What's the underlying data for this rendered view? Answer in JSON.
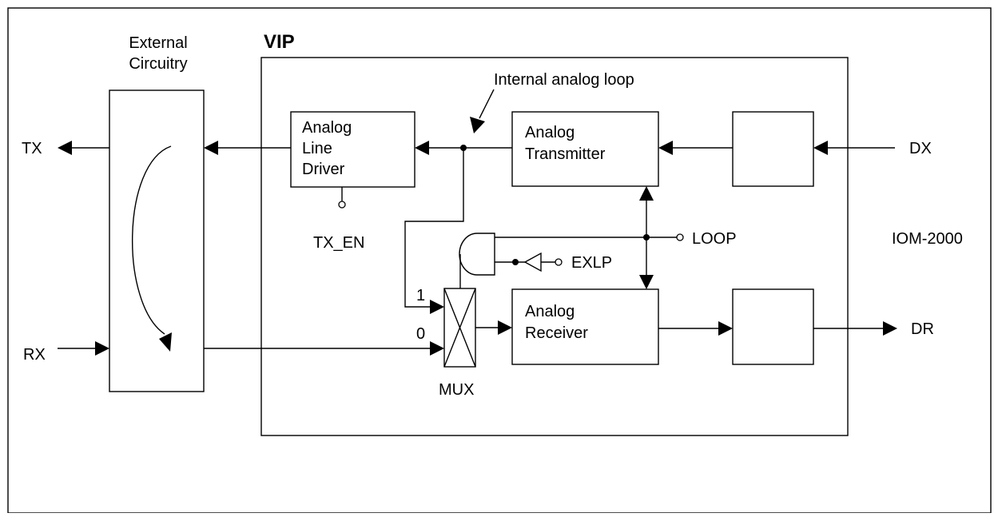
{
  "labels": {
    "vip": "VIP",
    "external_line1": "External",
    "external_line2": "Circuitry",
    "internal_loop": "Internal analog loop",
    "tx": "TX",
    "rx": "RX",
    "dx": "DX",
    "dr": "DR",
    "tx_en": "TX_EN",
    "loop": "LOOP",
    "exlp": "EXLP",
    "iom": "IOM-2000",
    "mux": "MUX",
    "mux_in1": "1",
    "mux_in0": "0"
  },
  "blocks": {
    "line_driver": [
      "Analog",
      "Line",
      "Driver"
    ],
    "transmitter": [
      "Analog",
      "Transmitter"
    ],
    "receiver": [
      "Analog",
      "Receiver"
    ]
  }
}
